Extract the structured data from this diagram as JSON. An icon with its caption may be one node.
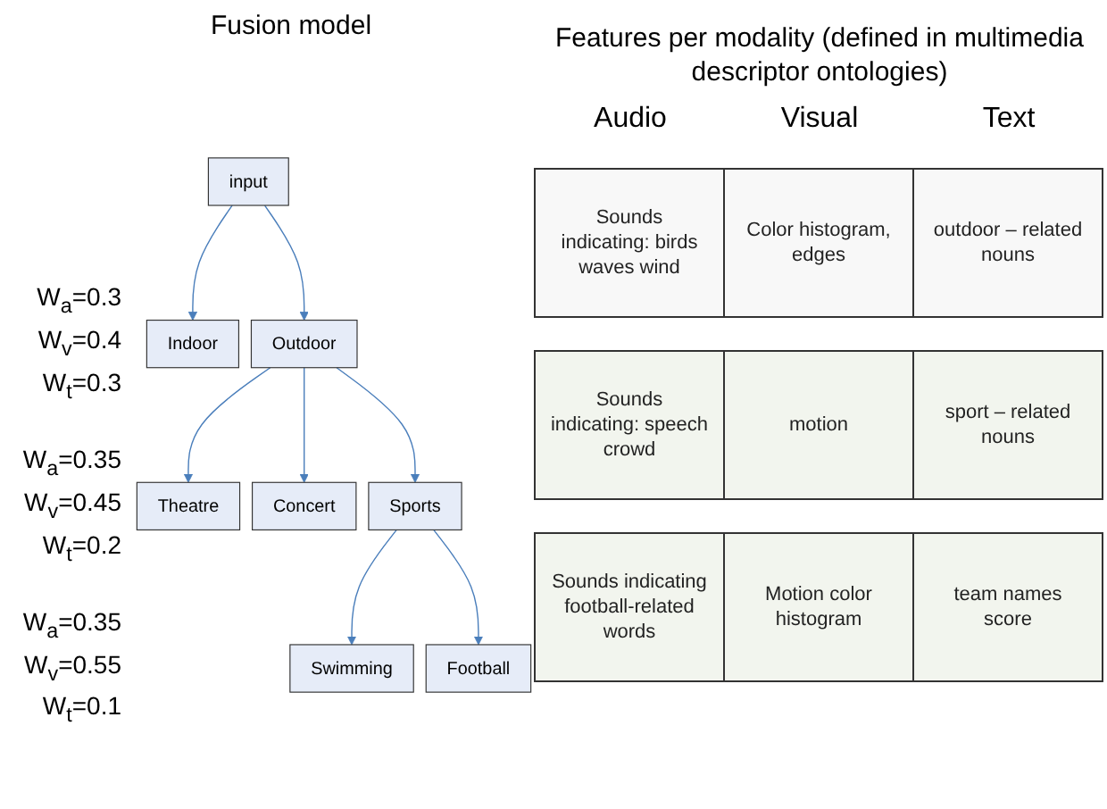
{
  "diagram": {
    "title": "Fusion model",
    "nodes": [
      {
        "text": [
          "input"
        ]
      },
      {
        "text": [
          "Indoor"
        ]
      },
      {
        "text": [
          "Outdoor"
        ]
      },
      {
        "text": [
          "Theatre"
        ]
      },
      {
        "text": [
          "Concert"
        ]
      },
      {
        "text": [
          "Sports"
        ]
      },
      {
        "text": [
          "Swimming"
        ]
      },
      {
        "text": [
          "Football"
        ]
      }
    ],
    "edges": [
      {
        "from": 0,
        "to": 1,
        "arrow": "to"
      },
      {
        "from": 0,
        "to": 2,
        "arrow": "to"
      },
      {
        "from": 2,
        "to": 3,
        "arrow": "to"
      },
      {
        "from": 2,
        "to": 4,
        "arrow": "to"
      },
      {
        "from": 2,
        "to": 5,
        "arrow": "to"
      },
      {
        "from": 5,
        "to": 6,
        "arrow": "to"
      },
      {
        "from": 5,
        "to": 7,
        "arrow": "to"
      }
    ],
    "labels": [
      "W$_{a}$=0.3",
      "W$_{v}$=0.4",
      "W$_{t}$=0.3",
      "W$_{a}$=0.35",
      "W$_{v}$=0.45",
      "W$_{t}$=0.2",
      "W$_{a}$=0.35",
      "W$_{v}$=0.55",
      "W$_{t}$=0.1",
      "Features per modality (defined in multimedia descriptor ontologies)",
      "Audio",
      "Visual",
      "Text",
      "Sounds indicating: birds waves wind",
      "Color histogram, edges",
      "outdoor – related nouns",
      "Sounds indicating: speech crowd",
      "motion",
      "sport – related nouns",
      "Sounds indicating football-related words",
      "Motion color histogram",
      "team names score"
    ]
  }
}
